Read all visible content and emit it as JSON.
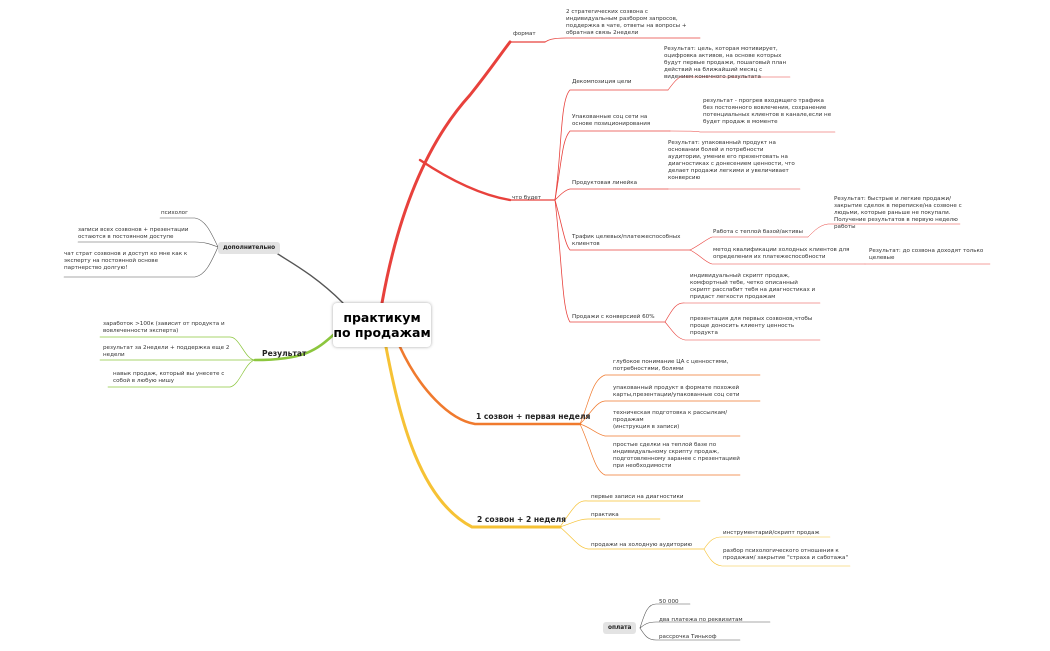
{
  "root": {
    "title": "практикум по продажам"
  },
  "format": {
    "label": "формат",
    "details": "2 стратегических созвона с индивидуальным разбором запросов, поддержка в чате, ответы на вопросы + обратная связь 2недели"
  },
  "what": {
    "label": "что будет",
    "items": [
      {
        "label": "Декомпозиция цели",
        "detail": "Результат: цель, которая мотивирует, оцифровка активов, на основе которых будут первые продажи, пошаговый план действий на ближайший месяц  с видением конечного результата"
      },
      {
        "label": "Упакованные соц сети на основе позиционирования",
        "detail": "результат - прогрев входящего трафика без постоянного  вовлечения, сохранение потенциальных клиентов в канале,если не будет продаж в моменте"
      },
      {
        "label": "Продуктовая линейка",
        "detail": "Результат: упакованный продукт на основании болей и потребности аудитории, умение его презентовать на диагностиках с донесением ценности, что делает продажи легкими и увеличивает конверсию"
      },
      {
        "label": "Трафик целевых/платежеспособных клиентов",
        "sub": [
          {
            "label": "Работа с теплой базой/активы",
            "detail": "Результат: быстрые и легкие  продажи/ закрытие сделок в переписке/на созвоне с людьми, которые раньше не покупали. Получение результатов в первую неделю работы"
          },
          {
            "label": "метод квалификации холодных клиентов для определения их платежеспособности",
            "detail": "Результат: до созвона доходят только целевые"
          }
        ]
      },
      {
        "label": "Продажи с конверсией 60%",
        "details": [
          "индивидуальный скрипт продаж, комфортный тебе, четко описанный скрипт расслабит тебя на диагностиках и придаст легкости продажам",
          "презентация для первых созвонов,чтобы проще доносить клиенту ценность продукта"
        ]
      }
    ]
  },
  "extra": {
    "label": "дополнительно",
    "items": [
      "психолог",
      "записи всех созвонов + презентации остаются в постоянном доступе",
      "чат страт созвонов и доступ ко мне как к эксперту на постоянной основе партнерство долгую!"
    ]
  },
  "result": {
    "label": "Результат",
    "items": [
      "заработок >100к (зависит от продукта и вовлеченности эксперта)",
      "результат за 2недели + поддержка еще 2 недели",
      "навык продаж, который вы унесете с собой в любую нишу"
    ]
  },
  "call1": {
    "label": "1 созвон + первая неделя",
    "items": [
      "глубокое понимание ЦА с ценностями, потребностями, болями",
      "упакованный продукт в формате похожей карты,презентации/упакованные соц сети",
      "техническая подготовка  к рассылкам/ продажам\n (инструкция в записи)",
      "простые сделки на теплой базе по индивидуальному скрипту продаж, подготовленному заранее с презентацией при необходимости"
    ]
  },
  "call2": {
    "label": "2 созвон + 2 неделя",
    "items": [
      "первые записи на диагностики",
      "практика"
    ],
    "cold": {
      "label": "продажи на холодную аудиторию",
      "items": [
        "инструментарий/скрипт продаж",
        "разбор психологического отношения к продажам/ закрытие \"страха и саботажа\""
      ]
    }
  },
  "payment": {
    "label": "оплата",
    "items": [
      "50 000",
      "два платежа по реквизитам",
      "рассрочка Тинькоф"
    ]
  },
  "colors": {
    "red": "#e8413c",
    "orange": "#f07a2e",
    "yellow": "#f6c235",
    "green": "#8cc63e",
    "gray": "#555555"
  }
}
